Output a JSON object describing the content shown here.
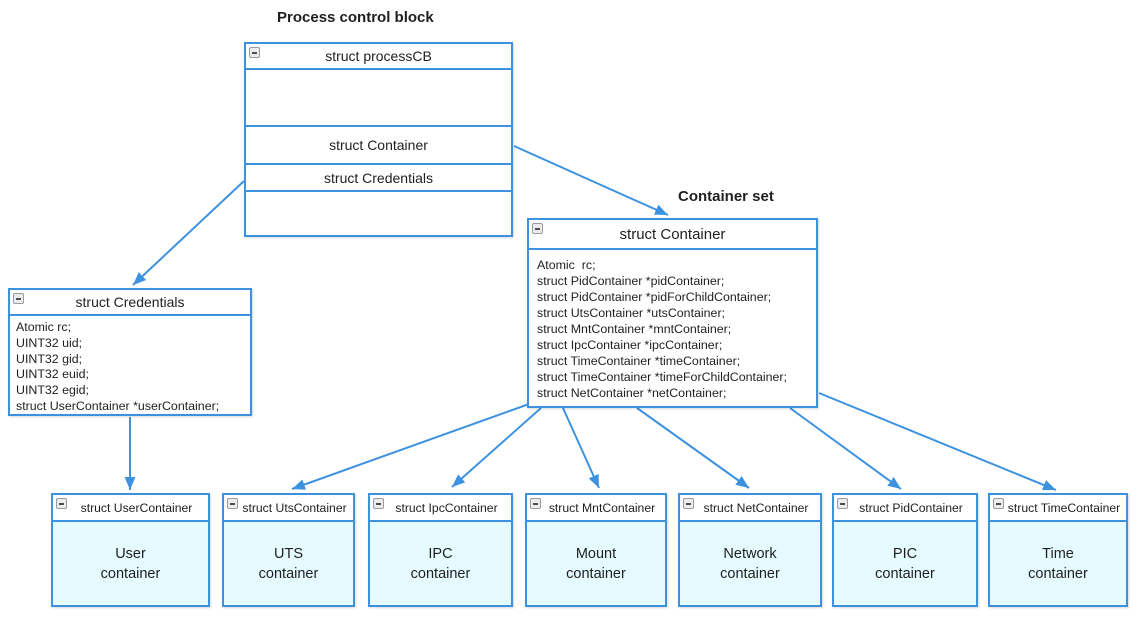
{
  "colors": {
    "border_blue": "#3d92e0",
    "arrow_blue": "#3d92e0",
    "body_fill": "#e6fbff",
    "header_fill": "#ffffff",
    "text_color": "#1f1f1f"
  },
  "titles": {
    "process_control_block": "Process control block",
    "container_set": "Container set"
  },
  "process_cb": {
    "header": "struct processCB",
    "rows": [
      "",
      "struct Container",
      "struct Credentials",
      ""
    ]
  },
  "credentials": {
    "header": "struct Credentials",
    "fields": [
      "Atomic rc;",
      "UINT32 uid;",
      "UINT32 gid;",
      "UINT32 euid;",
      "UINT32 egid;",
      "struct UserContainer *userContainer;"
    ]
  },
  "container": {
    "header": "struct Container",
    "fields": [
      "Atomic  rc;",
      "struct PidContainer *pidContainer;",
      "struct PidContainer *pidForChildContainer;",
      "struct UtsContainer *utsContainer;",
      "struct MntContainer *mntContainer;",
      "struct IpcContainer *ipcContainer;",
      "struct TimeContainer *timeContainer;",
      "struct TimeContainer *timeForChildContainer;",
      "struct NetContainer *netContainer;"
    ]
  },
  "leaf_boxes": [
    {
      "header": "struct UserContainer",
      "line1": "User",
      "line2": "container"
    },
    {
      "header": "struct UtsContainer",
      "line1": "UTS",
      "line2": "container"
    },
    {
      "header": "struct IpcContainer",
      "line1": "IPC",
      "line2": "container"
    },
    {
      "header": "struct MntContainer",
      "line1": "Mount",
      "line2": "container"
    },
    {
      "header": "struct NetContainer",
      "line1": "Network",
      "line2": "container"
    },
    {
      "header": "struct PidContainer",
      "line1": "PIC",
      "line2": "container"
    },
    {
      "header": "struct TimeContainer",
      "line1": "Time",
      "line2": "container"
    }
  ]
}
